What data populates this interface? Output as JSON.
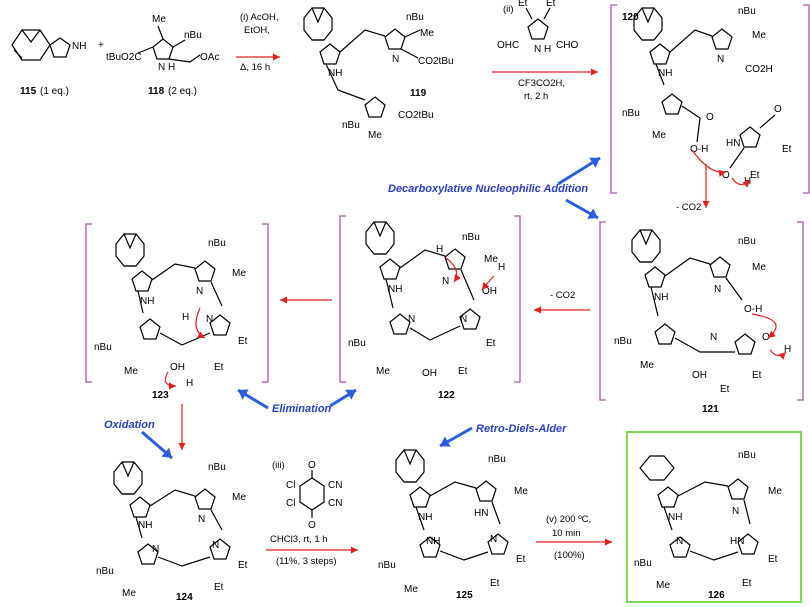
{
  "compounds": {
    "c115": {
      "number": "115",
      "eq": "(1 eq.)",
      "nh": "NH"
    },
    "c118": {
      "number": "118",
      "eq": "(2 eq.)",
      "tbu_ester": "tBuO2C",
      "me": "Me",
      "nbu": "nBu",
      "oac": "OAc",
      "nh": "N H"
    },
    "c119": {
      "number": "119",
      "nbu_top": "nBu",
      "me_top": "Me",
      "nh": "NH",
      "n": "N",
      "ester_top": "CO2tBu",
      "nbu_bottom": "nBu",
      "ester_bottom": "CO2tBu",
      "me_bottom": "Me"
    },
    "c120": {
      "number": "120",
      "nbu_top": "nBu",
      "me_top": "Me",
      "nh": "NH",
      "n": "N",
      "acid": "CO2H",
      "nbu_left": "nBu",
      "me_left": "Me",
      "o": "O",
      "oh": "O-H",
      "aldehyde_o": "O",
      "hn": "HN",
      "et1": "Et",
      "et2": "Et",
      "h_plus": "H"
    },
    "c121": {
      "number": "121",
      "nbu_top": "nBu",
      "me": "Me",
      "nh": "NH",
      "n": "N",
      "oh": "O-H",
      "nbu_left": "nBu",
      "me_left": "Me",
      "hn": "N",
      "oh_bottom": "OH",
      "et1": "Et",
      "et2": "Et",
      "o": "O",
      "h_plus": "H"
    },
    "c122": {
      "number": "122",
      "nbu_top": "nBu",
      "me": "Me",
      "h": "H",
      "nh": "NH",
      "n": "N",
      "oh": "OH",
      "h_plus": "H",
      "nbu_left": "nBu",
      "me_left": "Me",
      "oh_bottom": "OH",
      "et1": "Et",
      "et2": "Et",
      "n2": "N",
      "n3": "N"
    },
    "c123": {
      "number": "123",
      "nbu_top": "nBu",
      "me": "Me",
      "nh": "NH",
      "n": "N",
      "h": "H",
      "hn": "N",
      "nbu_left": "nBu",
      "me_left": "Me",
      "oh": "OH",
      "h_plus": "H",
      "et1": "Et",
      "et2": "Et"
    },
    "c124": {
      "number": "124",
      "nbu_top": "nBu",
      "me": "Me",
      "nh": "NH",
      "n": "N",
      "n2": "N",
      "n3": "N",
      "nbu_left": "nBu",
      "me_left": "Me",
      "et1": "Et",
      "et2": "Et"
    },
    "c125": {
      "number": "125",
      "nbu_top": "nBu",
      "me": "Me",
      "nh": "NH",
      "hn": "HN",
      "nh2": "NH",
      "n": "N",
      "nbu_left": "nBu",
      "me_left": "Me",
      "et1": "Et",
      "et2": "Et"
    },
    "c126": {
      "number": "126",
      "nbu_top": "nBu",
      "me": "Me",
      "nh": "NH",
      "n": "N",
      "hn": "HN",
      "n2": "N",
      "nbu_left": "nBu",
      "me_left": "Me",
      "et1": "Et",
      "et2": "Et"
    },
    "pyrrole_dialdehyde": {
      "et1": "Et",
      "et2": "Et",
      "ohc": "OHC",
      "cho": "CHO",
      "nh": "N H"
    }
  },
  "operators": {
    "plus": "+"
  },
  "conditions": {
    "step_i_1": "(i) AcOH,",
    "step_i_2": "EtOH,",
    "step_i_3": "Δ, 16 h",
    "step_ii": "(ii)",
    "step_ii_1": "CF3CO2H,",
    "step_ii_2": "rt, 2 h",
    "co2_1": "- CO2",
    "co2_2": "- CO2",
    "step_iii": "(iii)",
    "ddq_cl1": "Cl",
    "ddq_cl2": "Cl",
    "ddq_cn1": "CN",
    "ddq_cn2": "CN",
    "ddq_o1": "O",
    "ddq_o2": "O",
    "step_iii_1": "CHCl3, rt, 1 h",
    "step_iii_2": "(11%, 3 steps)",
    "step_v_1": "(v) 200 ºC,",
    "step_v_2": "10 min",
    "step_v_3": "(100%)"
  },
  "annotations": {
    "decarboxylative": "Decarboxylative Nucleophilic Addition",
    "elimination": "Elimination",
    "oxidation": "Oxidation",
    "retro_da": "Retro-Diels-Alder"
  },
  "colors": {
    "arrow_red": "#e31d1d",
    "annotation_blue": "#2a3fbf",
    "bracket_purple": "#b04fb8",
    "product_box_green": "#7ed957"
  }
}
